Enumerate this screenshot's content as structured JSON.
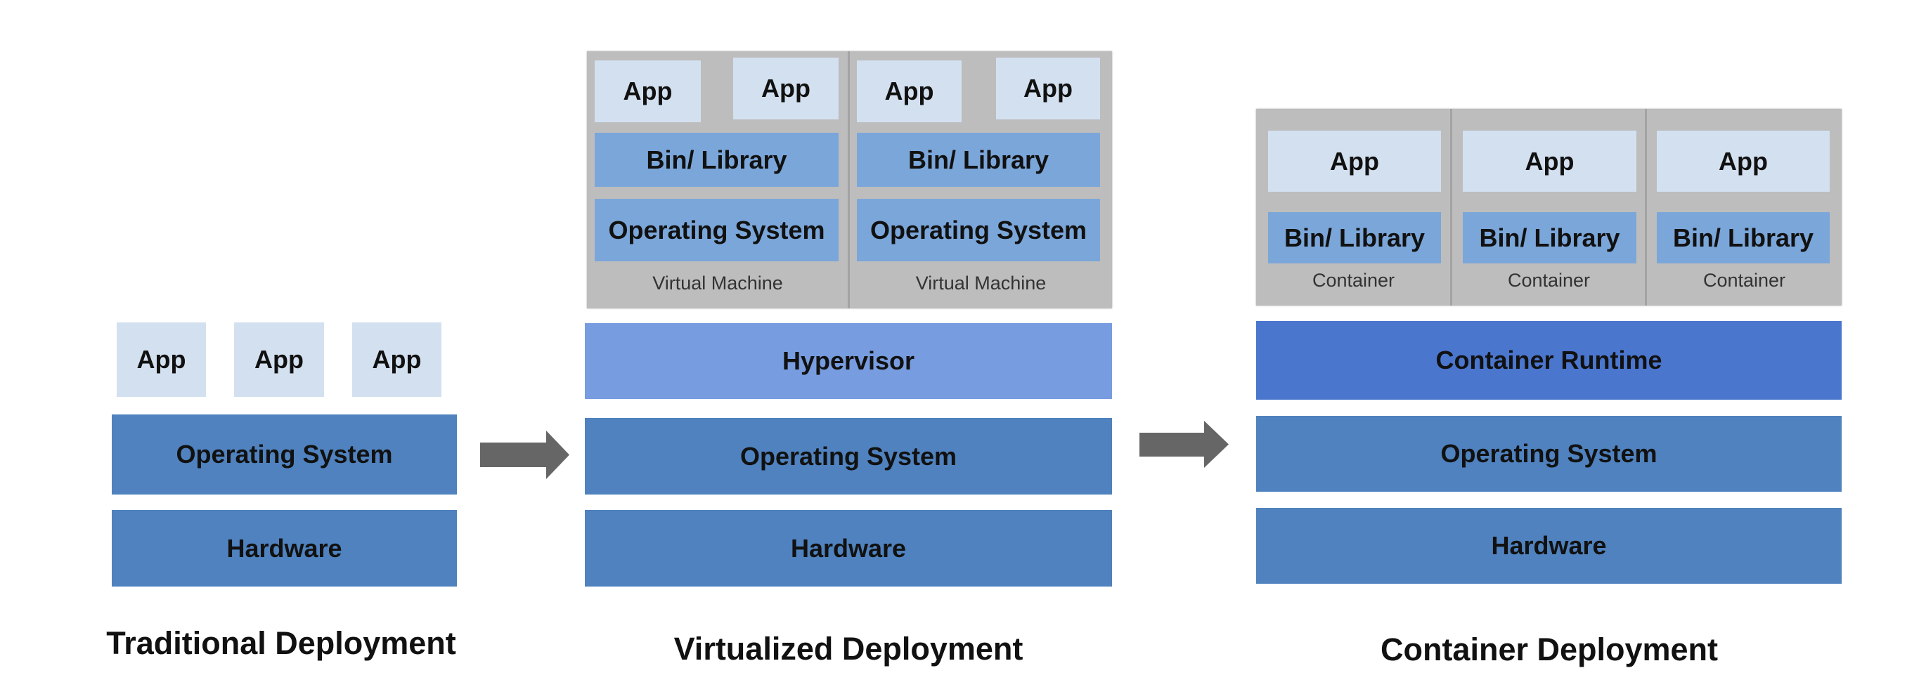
{
  "colors": {
    "app": "#d3e0f0",
    "layer": "#4f82be",
    "bin_library": "#7ba6d9",
    "hypervisor": "#779ce0",
    "container_runtime": "#4a76ce",
    "shell": "#bdbdbd",
    "arrow": "#666666"
  },
  "traditional": {
    "title": "Traditional Deployment",
    "apps": [
      "App",
      "App",
      "App"
    ],
    "os": "Operating System",
    "hardware": "Hardware"
  },
  "virtualized": {
    "title": "Virtualized Deployment",
    "vms": [
      {
        "apps": [
          "App",
          "App"
        ],
        "bin": "Bin/ Library",
        "os": "Operating System",
        "label": "Virtual Machine"
      },
      {
        "apps": [
          "App",
          "App"
        ],
        "bin": "Bin/ Library",
        "os": "Operating System",
        "label": "Virtual Machine"
      }
    ],
    "hypervisor": "Hypervisor",
    "os": "Operating System",
    "hardware": "Hardware"
  },
  "container": {
    "title": "Container Deployment",
    "containers": [
      {
        "app": "App",
        "bin": "Bin/ Library",
        "label": "Container"
      },
      {
        "app": "App",
        "bin": "Bin/ Library",
        "label": "Container"
      },
      {
        "app": "App",
        "bin": "Bin/ Library",
        "label": "Container"
      }
    ],
    "runtime": "Container Runtime",
    "os": "Operating System",
    "hardware": "Hardware"
  },
  "arrows": [
    "right-arrow",
    "right-arrow"
  ]
}
